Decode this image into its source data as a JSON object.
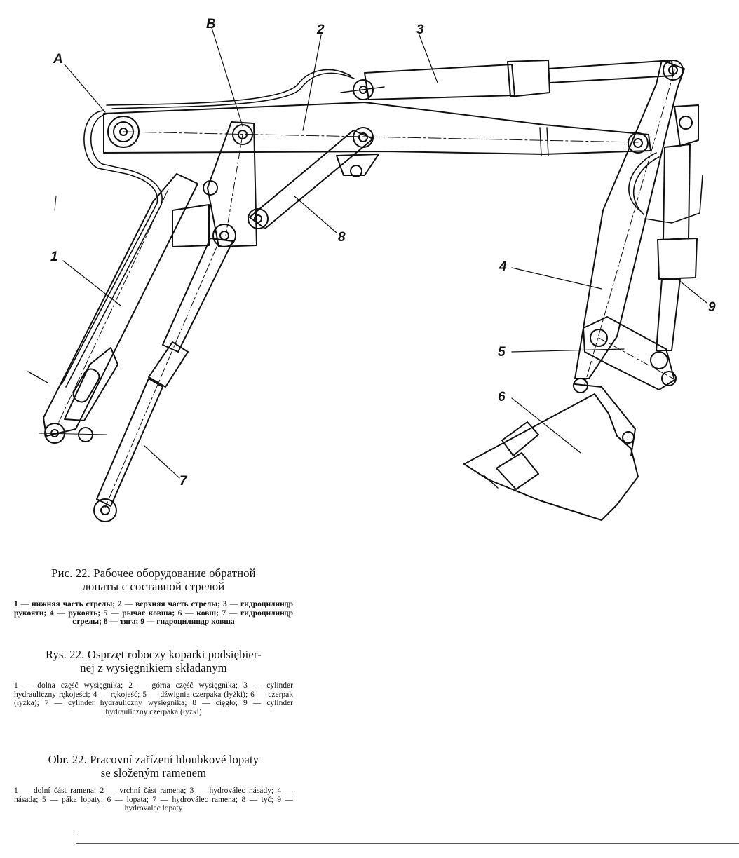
{
  "figure": {
    "callouts": {
      "A": "A",
      "B": "B",
      "n1": "1",
      "n2": "2",
      "n3": "3",
      "n4": "4",
      "n5": "5",
      "n6": "6",
      "n7": "7",
      "n8": "8",
      "n9": "9"
    }
  },
  "captions": {
    "ru": {
      "title_line1": "Рис. 22. Рабочее оборудование обратной",
      "title_line2": "лопаты с составной стрелой",
      "legend": "1 — нижняя часть стрелы; 2 — верхняя часть стрелы; 3 — гидроцилиндр рукояти; 4 — рукоять; 5 — рычаг ковша; 6 — ковш; 7 — гидроцилиндр стрелы; 8 — тяга; 9 — гидроцилиндр ковша"
    },
    "pl": {
      "title_line1": "Rys. 22. Osprzęt roboczy koparki podsiębier-",
      "title_line2": "nej z wysięgnikiem składanym",
      "legend": "1 — dolna część wysięgnika; 2 — górna część wysięgnika; 3 — cylinder hydrauliczny rękojeści; 4 — rękojeść; 5 — dźwignia czerpaka (łyżki); 6 — czerpak (łyżka); 7 — cylinder hydrauliczny wysięgnika; 8 — cięgło; 9 — cylinder hydrauliczny czerpaka (łyżki)"
    },
    "cz": {
      "title_line1": "Obr. 22. Pracovní zařízení hloubkové lopaty",
      "title_line2": "se složeným ramenem",
      "legend": "1 — dolní část ramena; 2 — vrchní část ramena; 3 — hydroválec násady; 4 — násada; 5 — páka lopaty; 6 — lopata; 7 — hydroválec ramena; 8 — tyč; 9 — hydroválec lopaty"
    }
  }
}
